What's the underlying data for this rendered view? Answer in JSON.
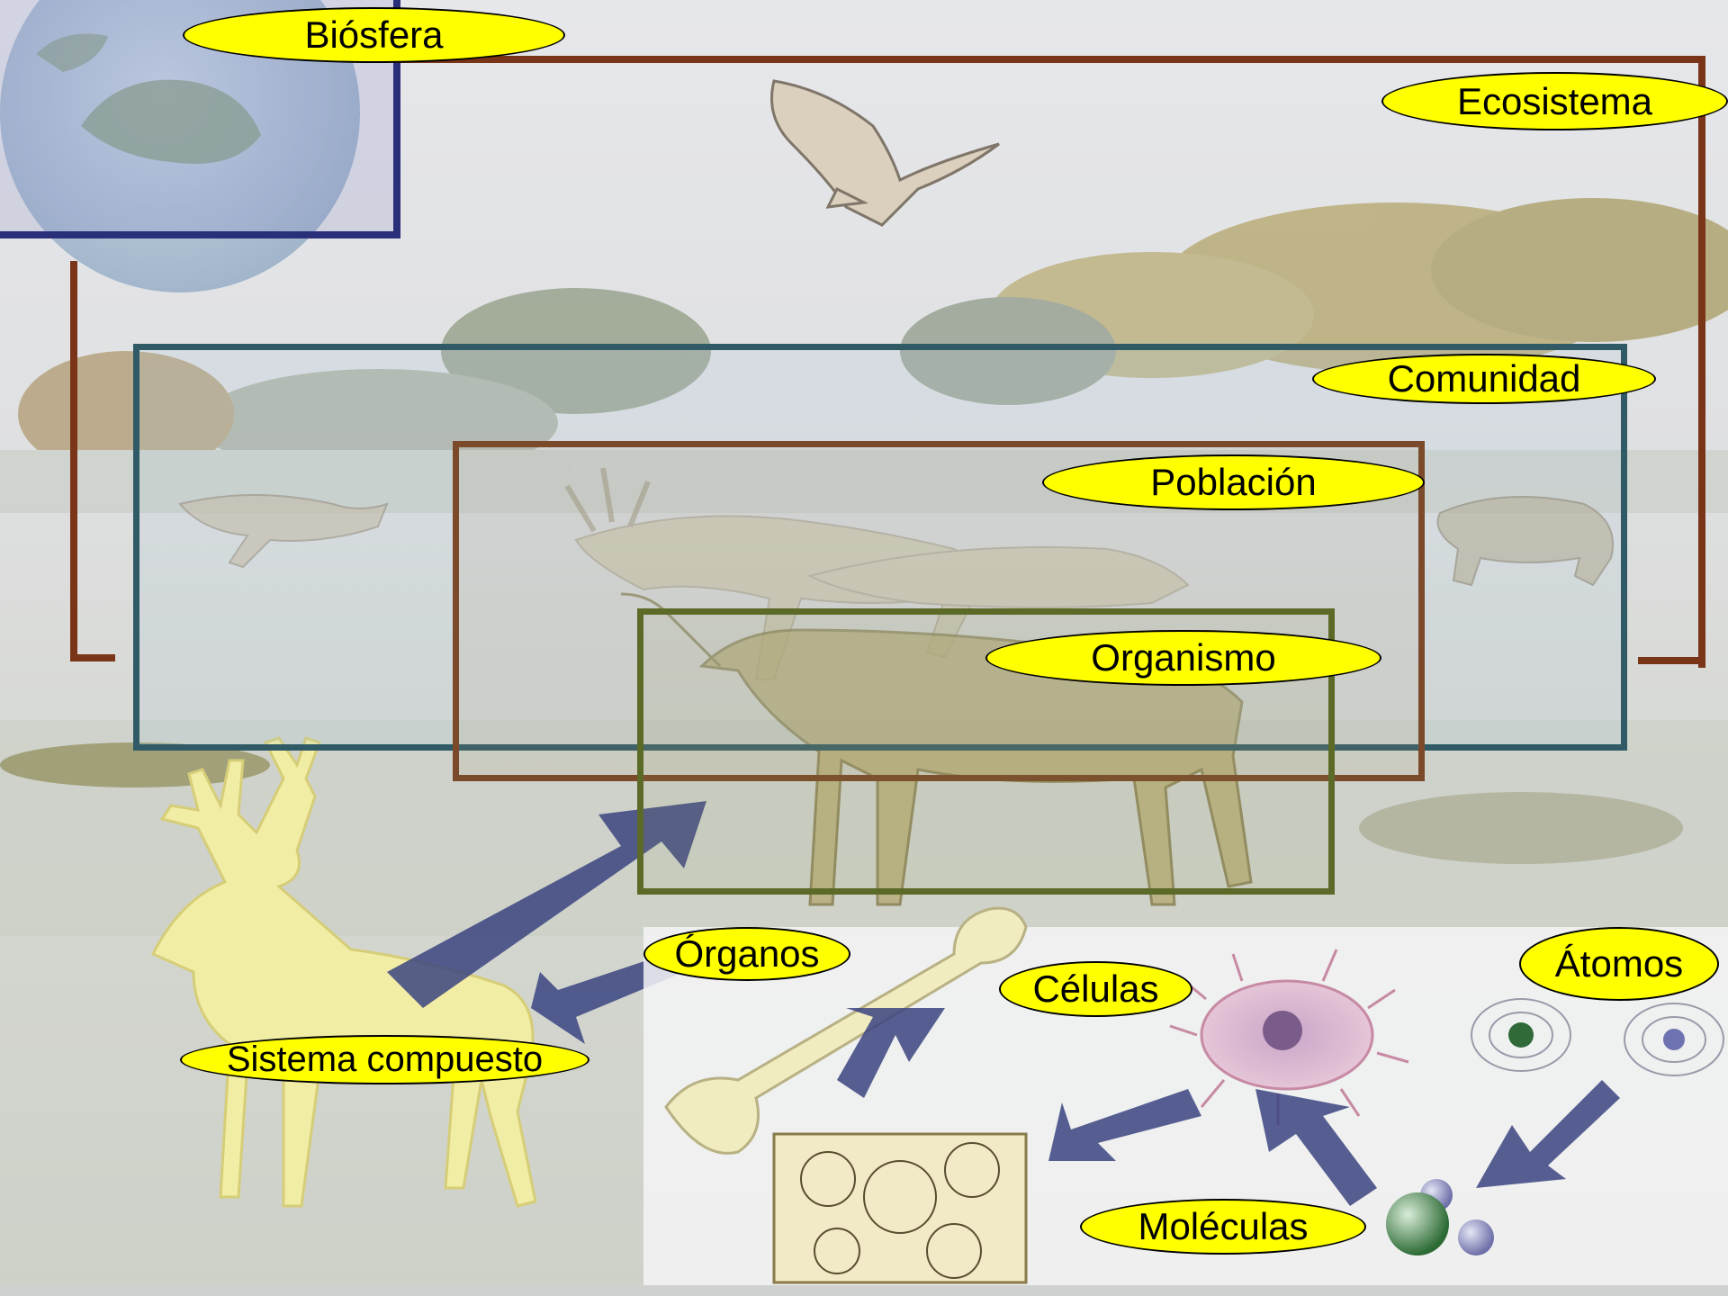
{
  "labels": {
    "biosfera": "Biósfera",
    "ecosistema": "Ecosistema",
    "comunidad": "Comunidad",
    "poblacion": "Población",
    "organismo": "Organismo",
    "organos": "Órganos",
    "celulas": "Células",
    "atomos": "Átomos",
    "sistema": "Sistema compuesto",
    "moleculas": "Moléculas"
  },
  "colors": {
    "label_fill": "#ffff00",
    "biosfera_frame": "#2a2f7a",
    "ecosistema_frame": "#7a3518",
    "comunidad_frame": "#2f5a66",
    "poblacion_frame": "#7a4a2a",
    "organismo_frame": "#5c6a28",
    "arrow": "#3b4480"
  },
  "icons": [
    "globe-icon",
    "eagle-icon",
    "deer-icon",
    "bone-icon",
    "cell-icon",
    "atom-icon",
    "molecule-icon",
    "tissue-icon",
    "arrow-icon"
  ]
}
